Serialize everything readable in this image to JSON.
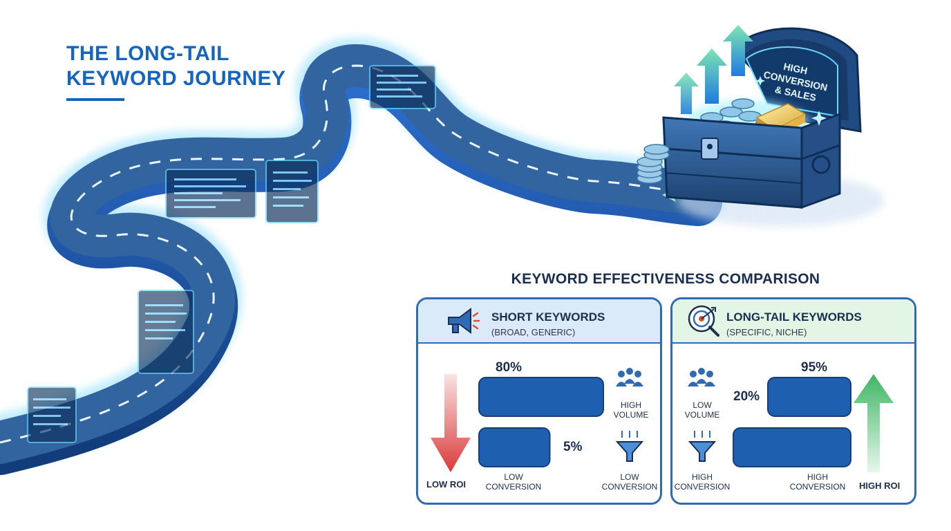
{
  "title": {
    "line1": "THE LONG-TAIL",
    "line2": "KEYWORD JOURNEY"
  },
  "chest": {
    "screen_line1": "HIGH",
    "screen_line2": "CONVERSION",
    "screen_line3": "& SALES"
  },
  "comparison": {
    "heading": "KEYWORD EFFECTIVENESS COMPARISON",
    "short": {
      "title": "SHORT KEYWORDS",
      "subtitle": "(BROAD, GENERIC)",
      "volume_pct": "80%",
      "conversion_pct": "5%",
      "volume_value": 80,
      "conversion_value": 5,
      "volume_label_1": "HIGH",
      "volume_label_2": "VOLUME",
      "conversion_label_left_1": "LOW",
      "conversion_label_left_2": "CONVERSION",
      "conversion_label_right_1": "LOW",
      "conversion_label_right_2": "CONVERSION",
      "roi": "LOW ROI"
    },
    "long": {
      "title": "LONG-TAIL KEYWORDS",
      "subtitle": "(SPECIFIC, NICHE)",
      "volume_pct": "20%",
      "conversion_pct": "95%",
      "volume_value": 20,
      "conversion_value": 95,
      "volume_label_1": "LOW",
      "volume_label_2": "VOLUME",
      "conversion_label_left_1": "HIGH",
      "conversion_label_left_2": "CONVERSION",
      "conversion_label_right_1": "HIGH",
      "conversion_label_right_2": "CONVERSION",
      "roi": "HIGH ROI"
    }
  },
  "colors": {
    "brand": "#1565c0",
    "road": "#2a4f86",
    "glow": "#5fd3ff",
    "bar": "#1f5fb0",
    "low_arrow": "#d93a3a",
    "high_arrow": "#3fb564"
  },
  "icons": [
    "megaphone-icon",
    "target-icon",
    "people-icon",
    "funnel-icon",
    "down-arrow-icon",
    "up-arrow-icon",
    "treasure-chest-icon",
    "gold-bar-icon",
    "coin-stack-icon"
  ]
}
